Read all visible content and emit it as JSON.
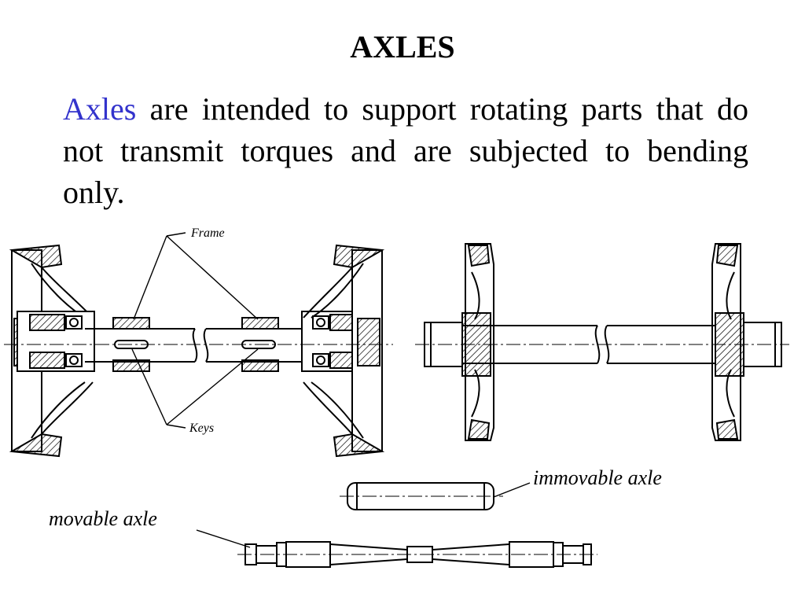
{
  "title": "AXLES",
  "paragraph": {
    "keyword": "Axles",
    "rest": " are intended to support rotating parts that do not transmit torques and are subjected to bending only."
  },
  "labels": {
    "frame": "Frame",
    "keys": "Keys",
    "immovable": "immovable axle",
    "movable": "movable axle"
  }
}
